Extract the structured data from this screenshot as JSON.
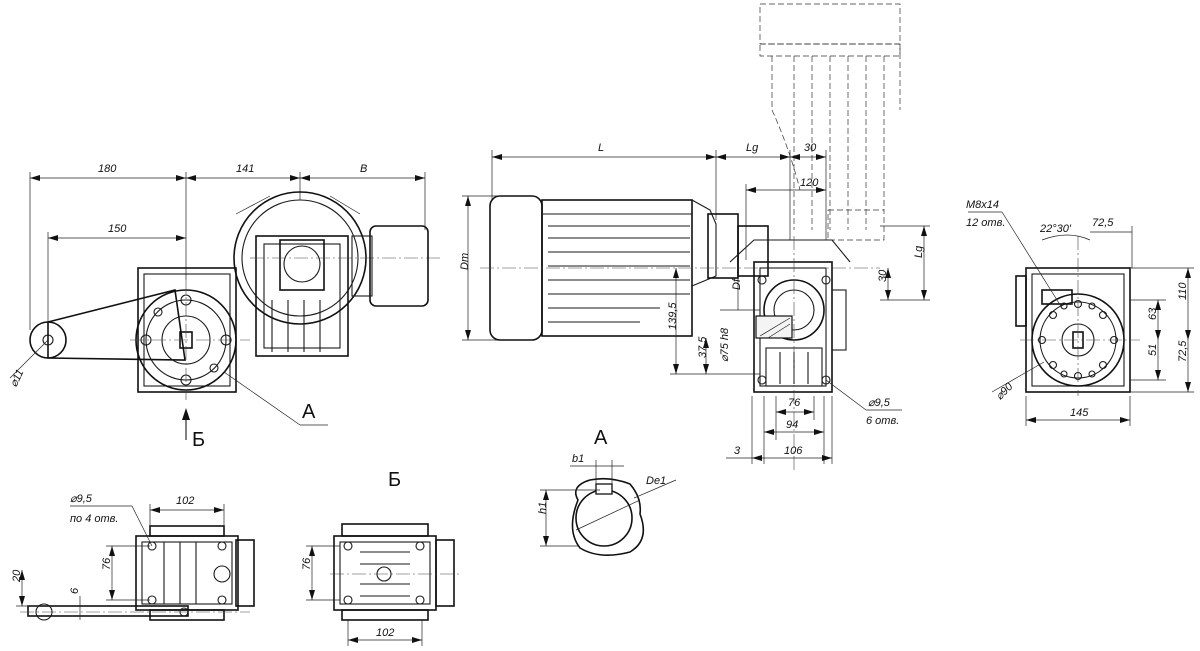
{
  "views": {
    "a": "А",
    "b": "Б"
  },
  "dims": {
    "d180": "180",
    "d141": "141",
    "dB": "B",
    "d150": "150",
    "d11": "⌀11",
    "dL": "L",
    "dLg": "Lg",
    "d30top": "30",
    "d120": "120",
    "dDm": "Dm",
    "dDf": "Df",
    "d30side": "30",
    "dLgSide": "Lg",
    "d139": "139,5",
    "d37": "37,5",
    "d75": "⌀75 h8",
    "d76": "76",
    "d94": "94",
    "d106": "106",
    "d3": "3",
    "d95holes1": "⌀9,5",
    "d95holes2": "6 отв.",
    "m8a": "M8x14",
    "m8b": "12 отв.",
    "ang": "22°30'",
    "d72top": "72,5",
    "d63": "63",
    "d110": "110",
    "d51": "51",
    "d72side": "72,5",
    "d90": "⌀90",
    "d145": "145",
    "dB1": "b1",
    "dDe1": "De1",
    "dH1": "h1",
    "f95": "⌀9,5",
    "f4": "по 4 отв.",
    "f102a": "102",
    "f76a": "76",
    "f20": "20",
    "f6": "6",
    "f76b": "76",
    "f102b": "102"
  }
}
